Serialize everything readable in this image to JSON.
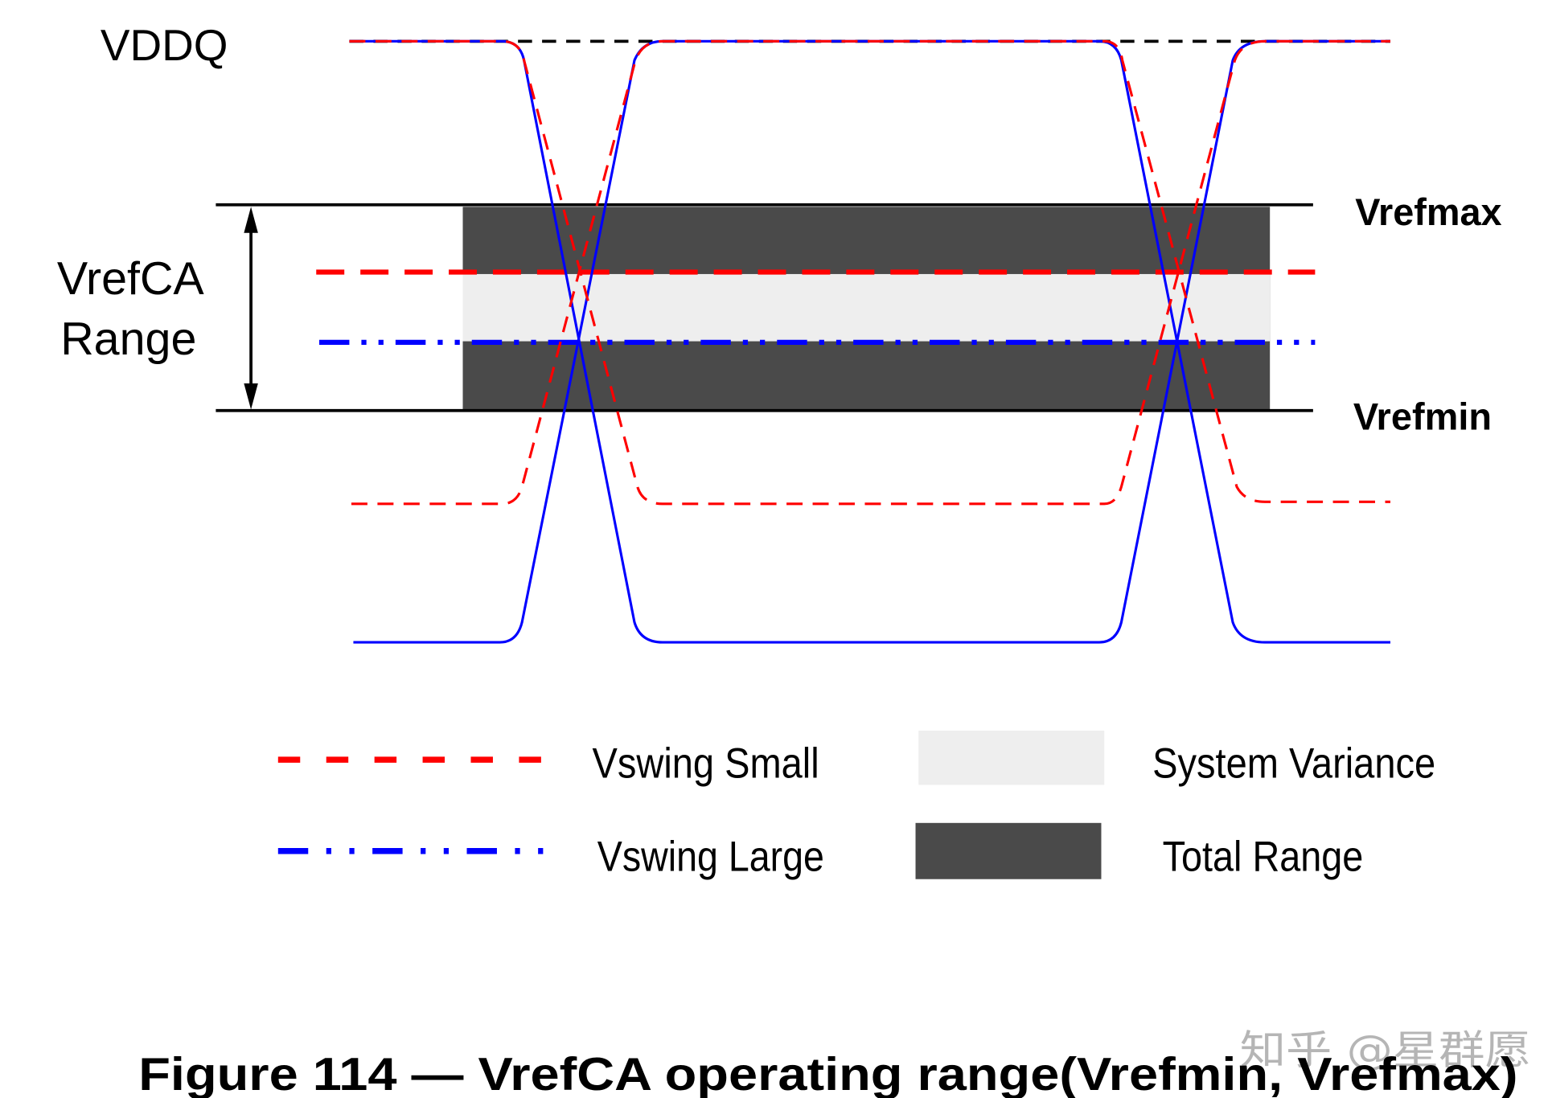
{
  "diagram": {
    "labels": {
      "vddq": "VDDQ",
      "range_line1": "VrefCA",
      "range_line2": "Range",
      "vrefmax": "Vrefmax",
      "vrefmin": "Vrefmin"
    },
    "legend": [
      {
        "label": "Vswing Small",
        "style": "dashed",
        "color": "#ff0000"
      },
      {
        "label": "Vswing Large",
        "style": "dash-dot",
        "color": "#0000ff"
      },
      {
        "label": "System Variance",
        "style": "fill",
        "color": "#eeeeee"
      },
      {
        "label": "Total Range",
        "style": "fill",
        "color": "#4a4a4a"
      }
    ],
    "caption": "Figure 114 — VrefCA operating range(Vrefmin, Vrefmax)",
    "watermark": "知乎 @星群愿",
    "colors": {
      "vswing_small": "#ff0000",
      "vswing_large": "#0000ff",
      "total_range": "#4a4a4a",
      "system_variance": "#eeeeee"
    }
  }
}
